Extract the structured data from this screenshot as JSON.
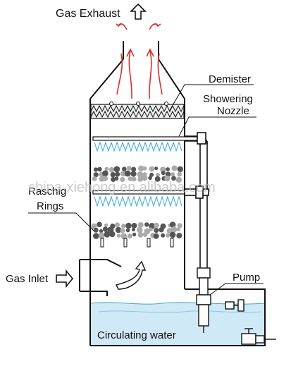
{
  "labels": {
    "gas_exhaust": "Gas Exhaust",
    "demister": "Demister",
    "showering_nozzle_line1": "Showering",
    "showering_nozzle_line2": "Nozzle",
    "raschig_line1": "Raschig",
    "raschig_line2": "Rings",
    "gas_inlet": "Gas Inlet",
    "pump": "Pump",
    "circulating_water": "Circulating water"
  },
  "watermark": "china-xiehong.en.alibaba.com",
  "colors": {
    "outline": "#111111",
    "gas_arrow": "#d9302b",
    "spray": "#3aa6d8",
    "water": "#cfe9f7",
    "packing_dark": "#555555",
    "packing_light": "#aaaaaa"
  }
}
